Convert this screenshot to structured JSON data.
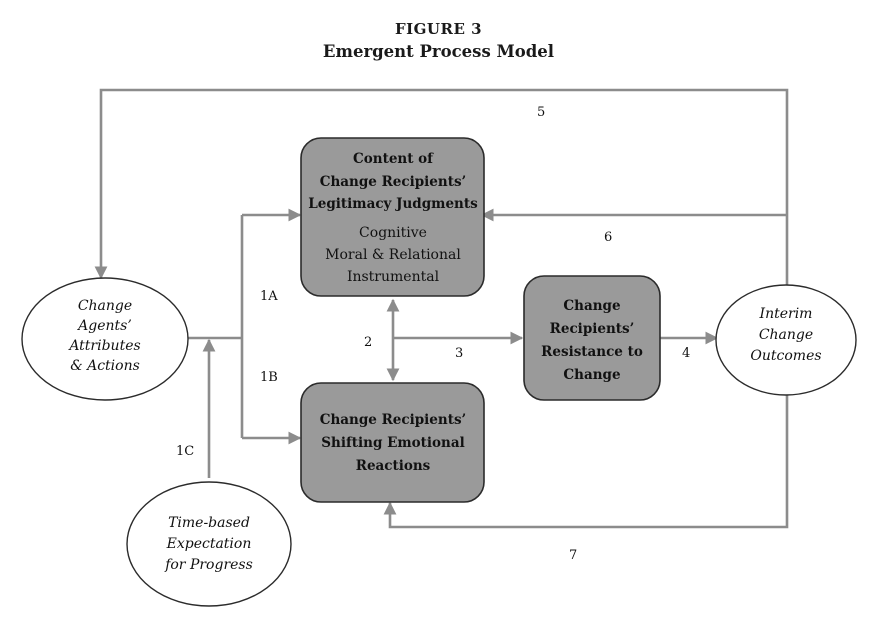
{
  "figure": {
    "number": "FIGURE 3",
    "title": "Emergent Process Model"
  },
  "nodes": {
    "legitimacy": {
      "heading": [
        "Content of",
        "Change Recipients’",
        "Legitimacy Judgments"
      ],
      "items": [
        "Cognitive",
        "Moral & Relational",
        "Instrumental"
      ]
    },
    "emotional": {
      "heading": [
        "Change Recipients’",
        "Shifting Emotional",
        "Reactions"
      ]
    },
    "resistance": {
      "heading": [
        "Change",
        "Recipients’",
        "Resistance to",
        "Change"
      ]
    },
    "agents": {
      "lines": [
        "Change",
        "Agents’",
        "Attributes",
        "& Actions"
      ]
    },
    "outcomes": {
      "lines": [
        "Interim",
        "Change",
        "Outcomes"
      ]
    },
    "expectation": {
      "lines": [
        "Time-based",
        "Expectation",
        "for Progress"
      ]
    }
  },
  "edge_labels": {
    "e1a": "1A",
    "e1b": "1B",
    "e1c": "1C",
    "e2": "2",
    "e3": "3",
    "e4": "4",
    "e5": "5",
    "e6": "6",
    "e7": "7"
  },
  "colors": {
    "box_fill": "#9a9a9a",
    "connector": "#8c8c8c",
    "outline": "#2b2b2b"
  }
}
